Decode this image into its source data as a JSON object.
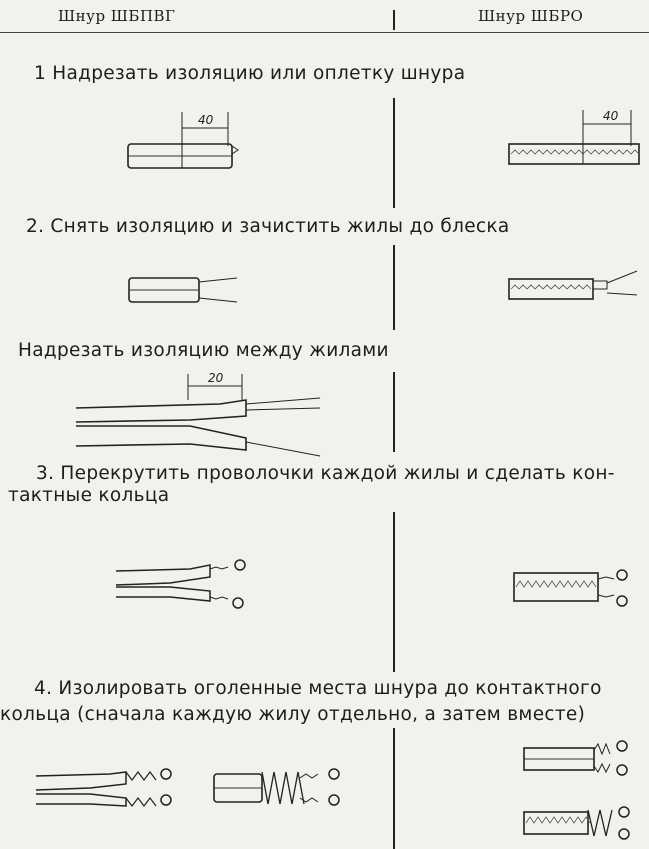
{
  "header": {
    "left_title": "Шнур ШБПВГ",
    "right_title": "Шнур ШБРО"
  },
  "steps": {
    "s1": "1  Надрезать изоляцию или оплетку шнура",
    "s2": "2. Снять изоляцию и зачистить жилы до блеска",
    "s2b": "Надрезать изоляцию между жилами",
    "s3_line1": "3. Перекрутить проволочки каждой жилы и сделать кон-",
    "s3_line2": "тактные кольца",
    "s4_line1": "4. Изолировать оголенные места шнура до контактного",
    "s4_line2": "кольца (сначала каждую жилу отдельно, а затем вместе)"
  },
  "dimensions": {
    "d1_left": "40",
    "d1_right": "40",
    "d2": "20"
  }
}
